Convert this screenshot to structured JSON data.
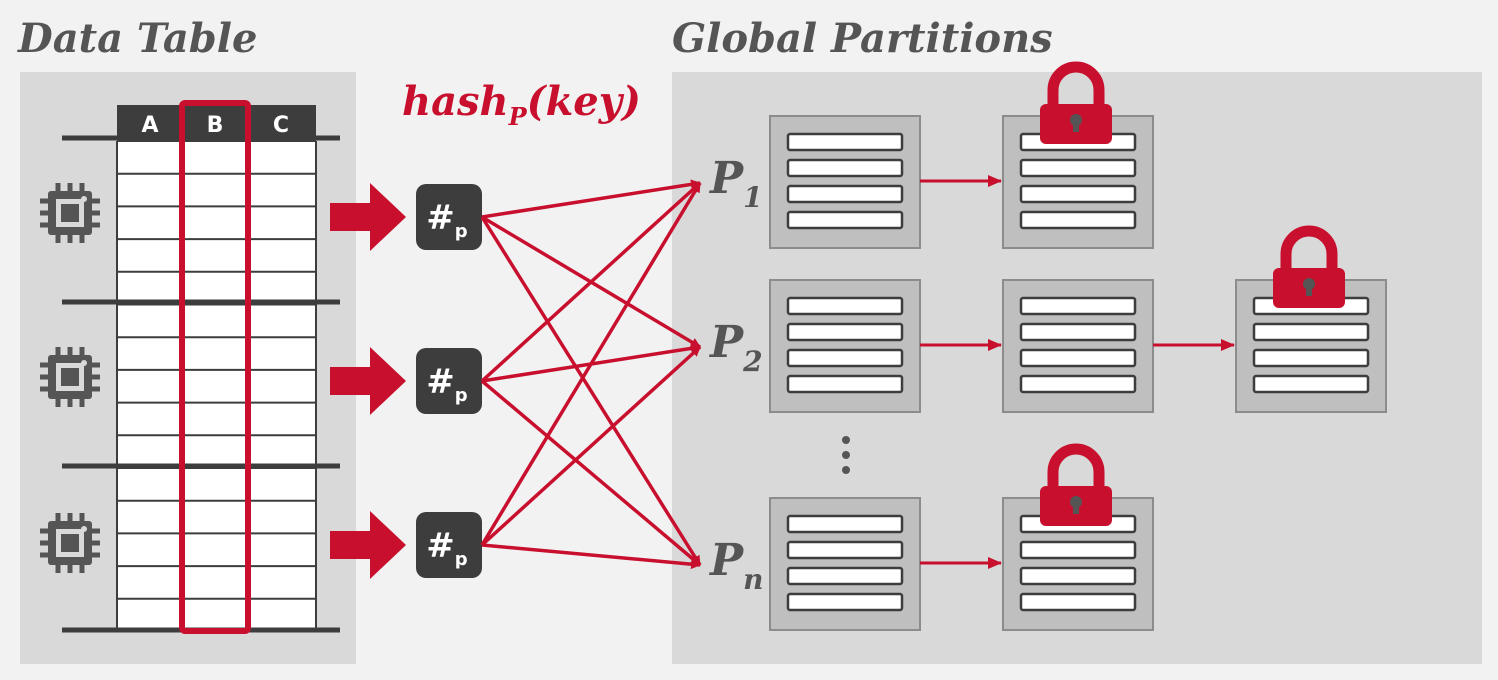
{
  "titles": {
    "data_table": "Data Table",
    "global_partitions": "Global Partitions"
  },
  "hash_function": {
    "name": "hash",
    "subscript": "P",
    "argument": "(key)"
  },
  "table": {
    "columns": [
      "A",
      "B",
      "C"
    ],
    "highlighted_column": "B",
    "row_groups": 3
  },
  "hash_units": [
    {
      "symbol": "#",
      "subscript": "p"
    },
    {
      "symbol": "#",
      "subscript": "p"
    },
    {
      "symbol": "#",
      "subscript": "p"
    }
  ],
  "partitions": [
    {
      "letter": "P",
      "subscript": "1",
      "buckets": 2,
      "locked_bucket": 2
    },
    {
      "letter": "P",
      "subscript": "2",
      "buckets": 3,
      "locked_bucket": 3
    },
    {
      "letter": "P",
      "subscript": "n",
      "buckets": 2,
      "locked_bucket": 2
    }
  ],
  "ellipsis": "⋮",
  "icons": [
    "cpu-chip-icon",
    "arrow-right-icon",
    "lock-icon"
  ],
  "colors": {
    "accent_red": "#c8102e",
    "dark_gray": "#3d3d3d",
    "panel_gray": "#d9d9d9",
    "bucket_gray": "#bfbfbf",
    "text_gray": "#555555"
  }
}
